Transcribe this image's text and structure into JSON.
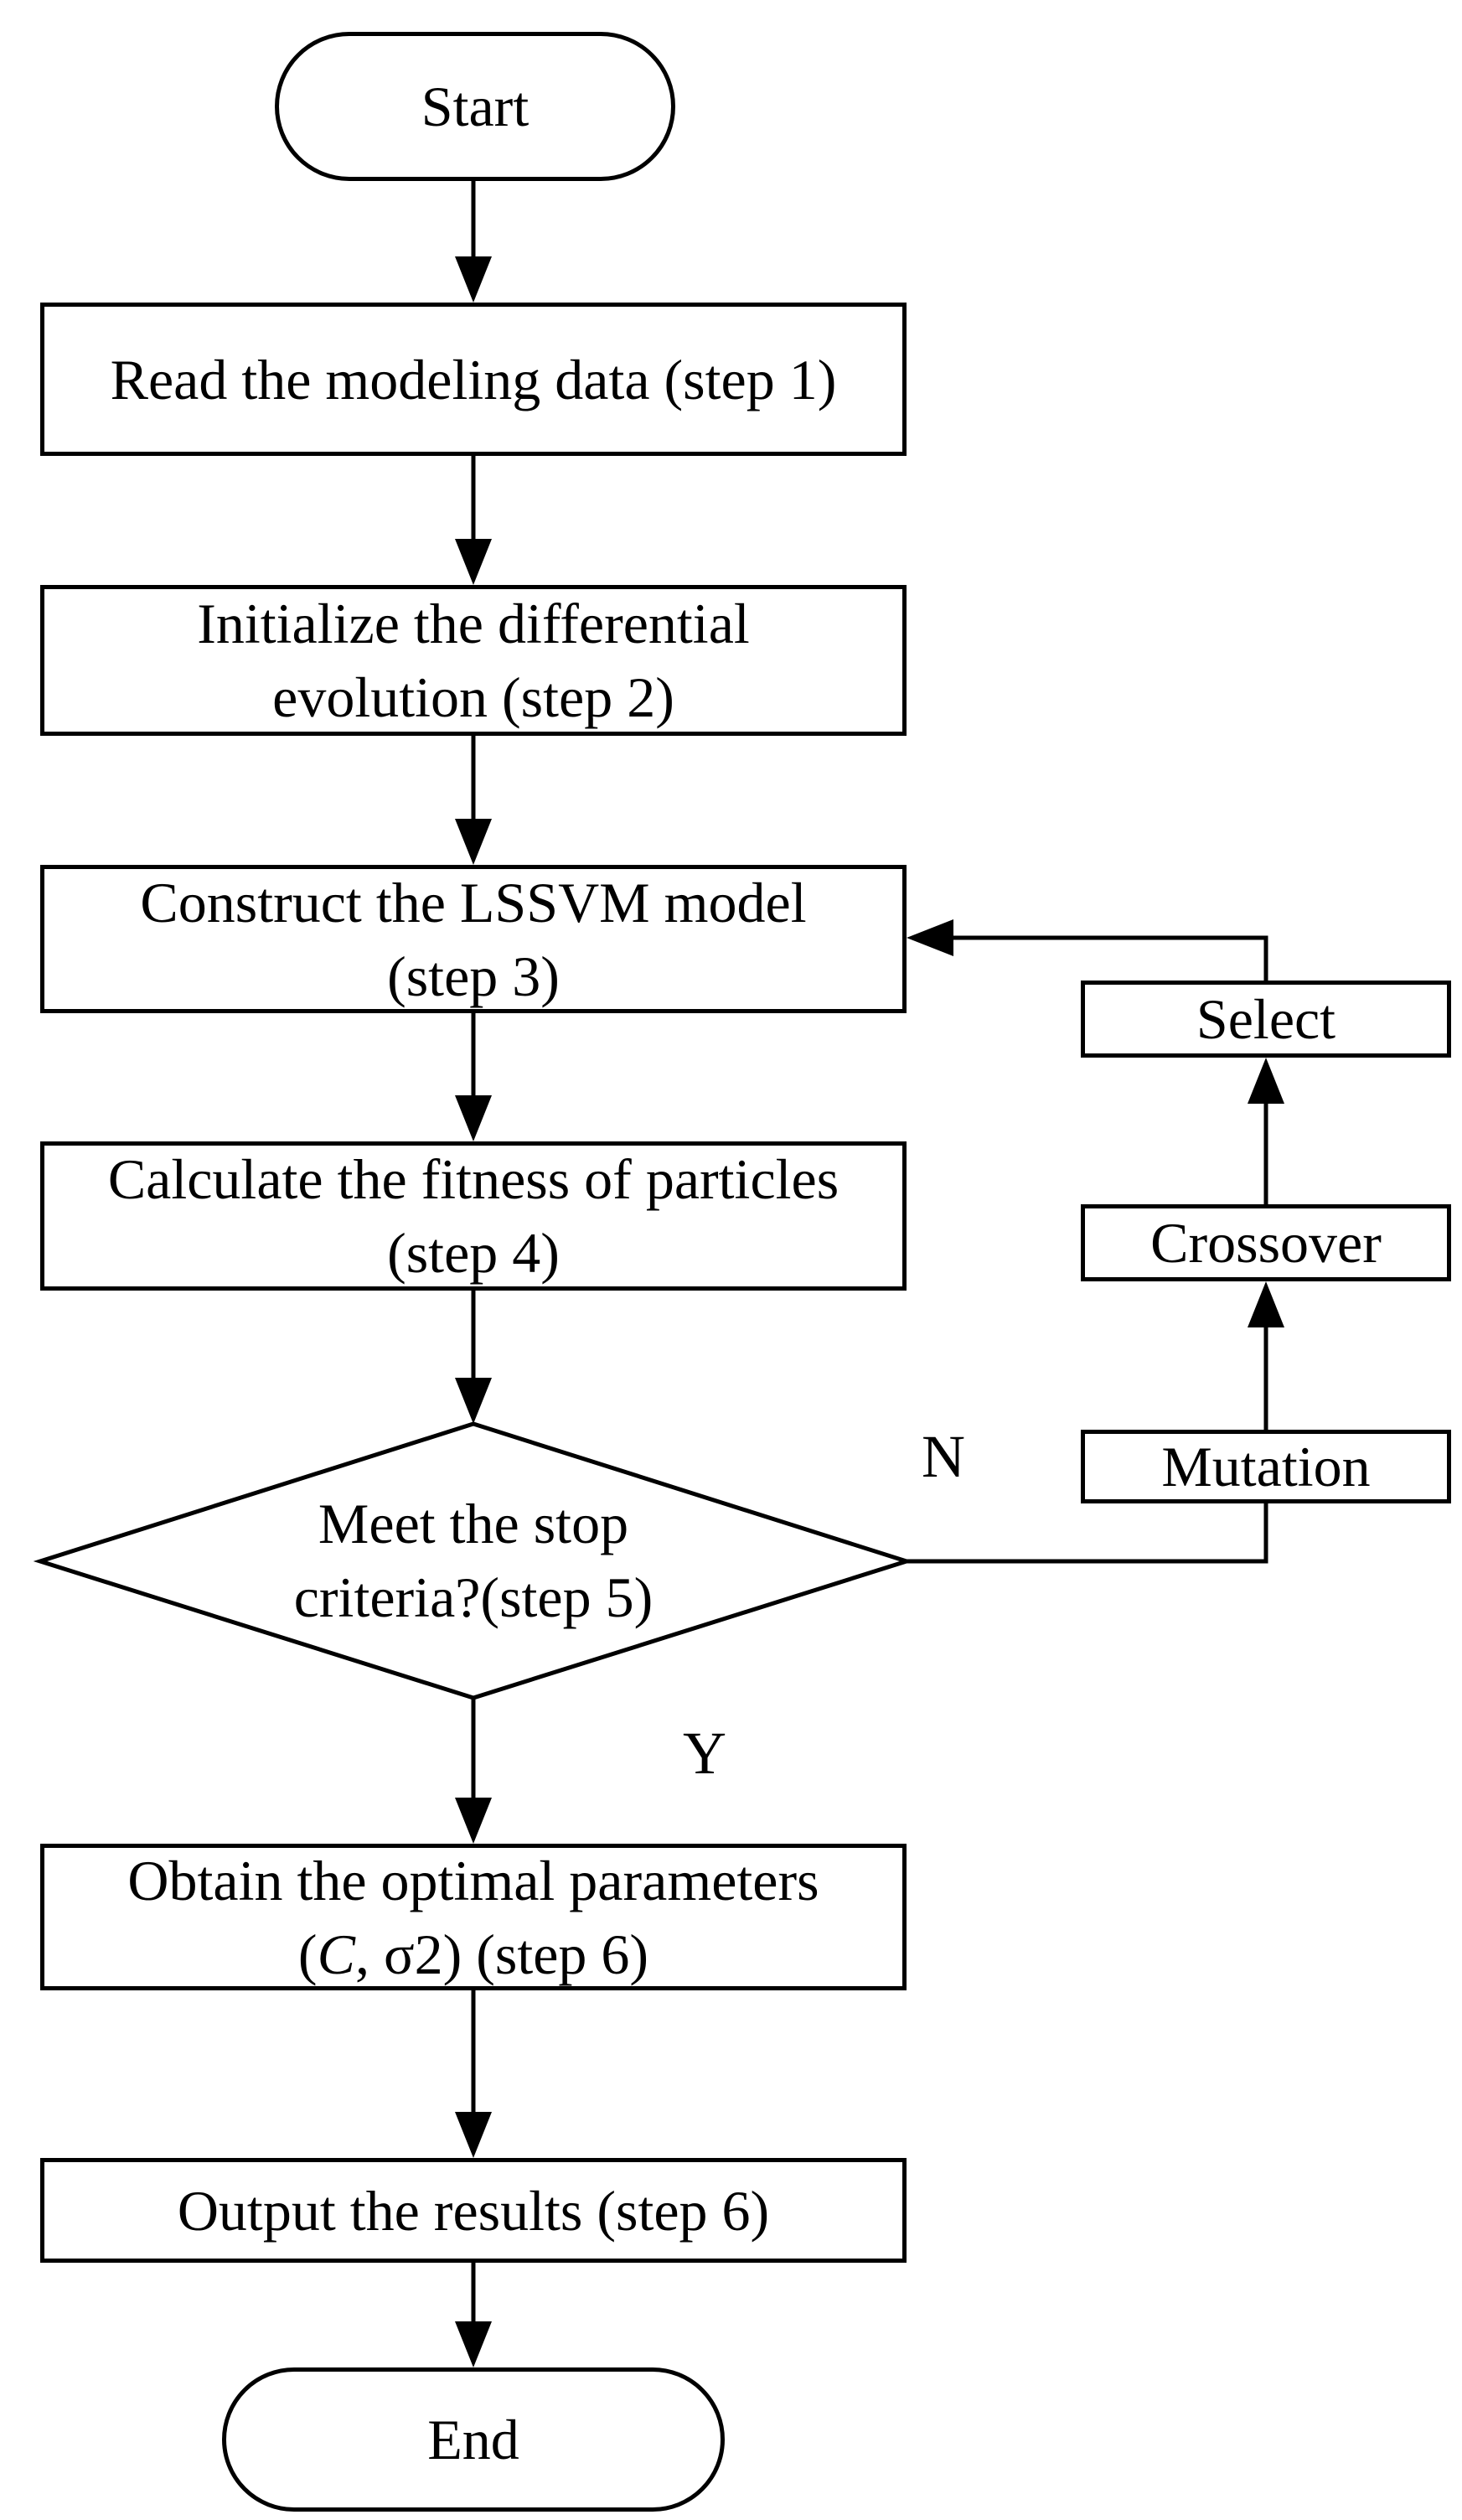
{
  "diagram": {
    "type": "flowchart",
    "colors": {
      "background": "#ffffff",
      "stroke": "#000000",
      "text": "#000000"
    },
    "nodes": {
      "start": {
        "shape": "terminator",
        "lines": [
          "Start"
        ]
      },
      "step1": {
        "shape": "process",
        "lines": [
          "Read the modeling data (step 1)"
        ]
      },
      "step2": {
        "shape": "process",
        "lines": [
          "Initialize the differential",
          "evolution (step 2)"
        ]
      },
      "step3": {
        "shape": "process",
        "lines": [
          "Construct the LSSVM model",
          "(step 3)"
        ]
      },
      "step4": {
        "shape": "process",
        "lines": [
          "Calculate the fitness of particles",
          "(step 4)"
        ]
      },
      "decision": {
        "shape": "decision",
        "lines": [
          "Meet the stop",
          "criteria?(step 5)"
        ]
      },
      "mutation": {
        "shape": "process",
        "lines": [
          "Mutation"
        ]
      },
      "crossover": {
        "shape": "process",
        "lines": [
          "Crossover"
        ]
      },
      "select": {
        "shape": "process",
        "lines": [
          "Select"
        ]
      },
      "step6": {
        "shape": "process",
        "lines": [
          "Obtain the optimal parameters",
          "(C, σ2) (step 6)"
        ],
        "line2_parts": {
          "pre": "(",
          "var": "C",
          "post": ", σ2) (step 6)"
        }
      },
      "output": {
        "shape": "process",
        "lines": [
          "Output the results (step 6)"
        ]
      },
      "end": {
        "shape": "terminator",
        "lines": [
          "End"
        ]
      }
    },
    "branch_labels": {
      "no": "N",
      "yes": "Y"
    },
    "edges": [
      {
        "from": "start",
        "to": "step1",
        "arrow": true
      },
      {
        "from": "step1",
        "to": "step2",
        "arrow": true
      },
      {
        "from": "step2",
        "to": "step3",
        "arrow": true
      },
      {
        "from": "step3",
        "to": "step4",
        "arrow": true
      },
      {
        "from": "step4",
        "to": "decision",
        "arrow": true
      },
      {
        "from": "decision",
        "to": "mutation",
        "arrow": false,
        "label": "N"
      },
      {
        "from": "mutation",
        "to": "crossover",
        "arrow": true
      },
      {
        "from": "crossover",
        "to": "select",
        "arrow": true
      },
      {
        "from": "select",
        "to": "step3",
        "arrow": true
      },
      {
        "from": "decision",
        "to": "step6",
        "arrow": true,
        "label": "Y"
      },
      {
        "from": "step6",
        "to": "output",
        "arrow": true
      },
      {
        "from": "output",
        "to": "end",
        "arrow": true
      }
    ]
  }
}
